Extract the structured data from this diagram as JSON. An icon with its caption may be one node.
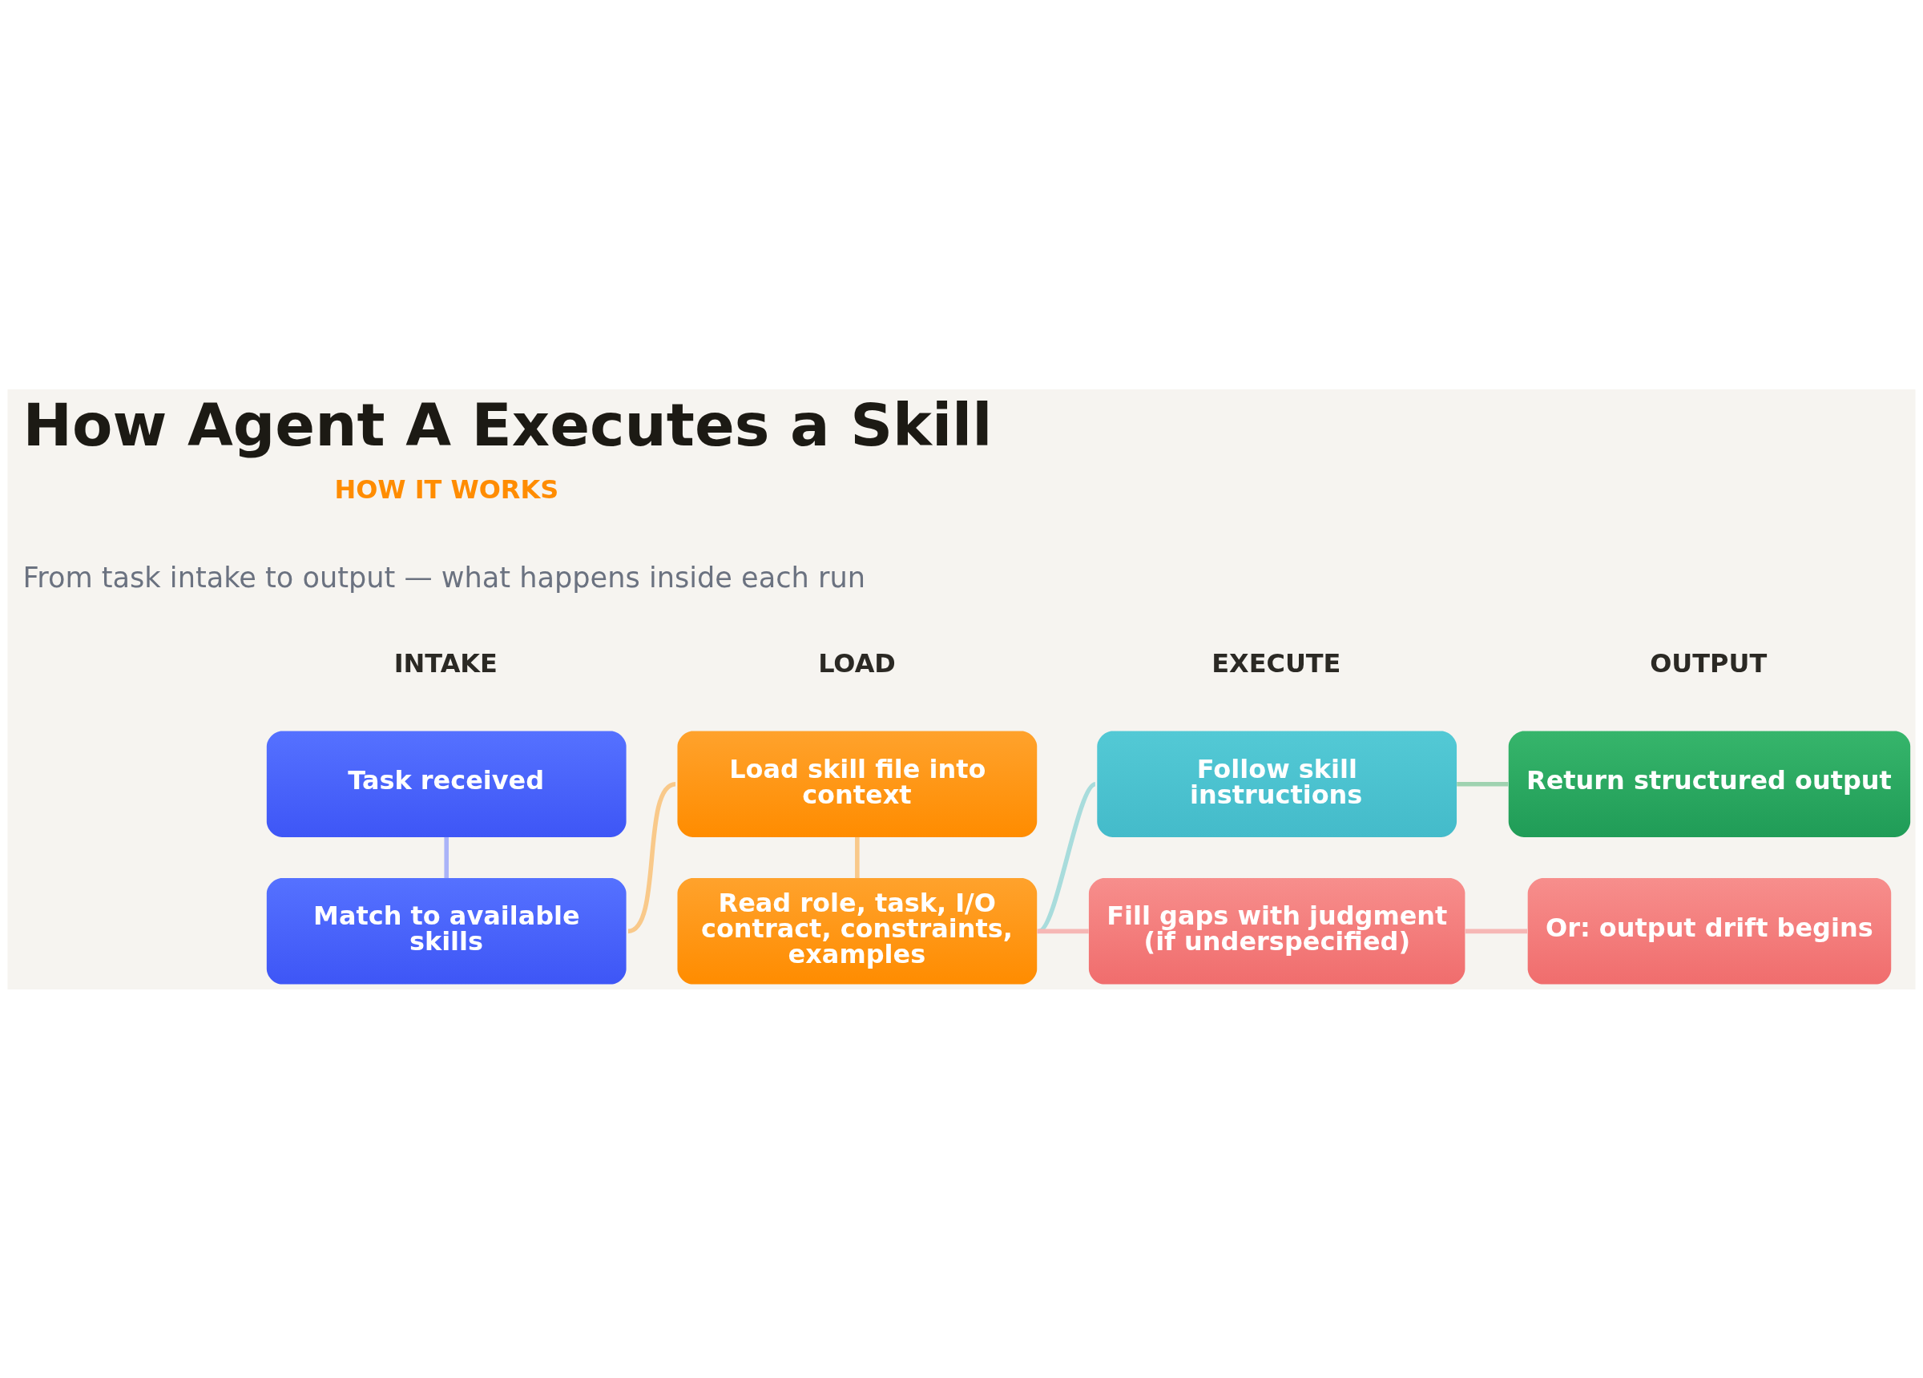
{
  "diagram": {
    "title": "How Agent A Executes a Skill",
    "nodes": [
      {
        "text": [
          "Task received"
        ]
      },
      {
        "text": [
          "Match to available skills"
        ]
      },
      {
        "text": [
          "Load skill file into context"
        ]
      },
      {
        "text": [
          "Read role, task, I/O contract, constraints, examples"
        ]
      },
      {
        "text": [
          "Follow skill instructions"
        ]
      },
      {
        "text": [
          "Fill gaps with judgment (if underspecified)"
        ]
      },
      {
        "text": [
          "Return structured output"
        ]
      },
      {
        "text": [
          "Or: output drift begins"
        ]
      }
    ],
    "edges": [
      {
        "from": 0,
        "to": 1,
        "arrow": "none",
        "color": "#aab3f8"
      },
      {
        "from": 1,
        "to": 2,
        "arrow": "none",
        "color": "#f9c98a"
      },
      {
        "from": 2,
        "to": 3,
        "arrow": "none",
        "color": "#f9c98a"
      },
      {
        "from": 3,
        "to": 4,
        "arrow": "none",
        "color": "#a8dcdc"
      },
      {
        "from": 3,
        "to": 5,
        "arrow": "none",
        "color": "#f6b7b5"
      },
      {
        "from": 4,
        "to": 6,
        "arrow": "none",
        "color": "#9fd2b0"
      },
      {
        "from": 5,
        "to": 7,
        "arrow": "none",
        "color": "#f6b7b5"
      }
    ],
    "labels": [
      "HOW IT WORKS",
      "From task intake to output — what happens inside each run",
      "INTAKE",
      "LOAD",
      "EXECUTE",
      "OUTPUT"
    ]
  }
}
